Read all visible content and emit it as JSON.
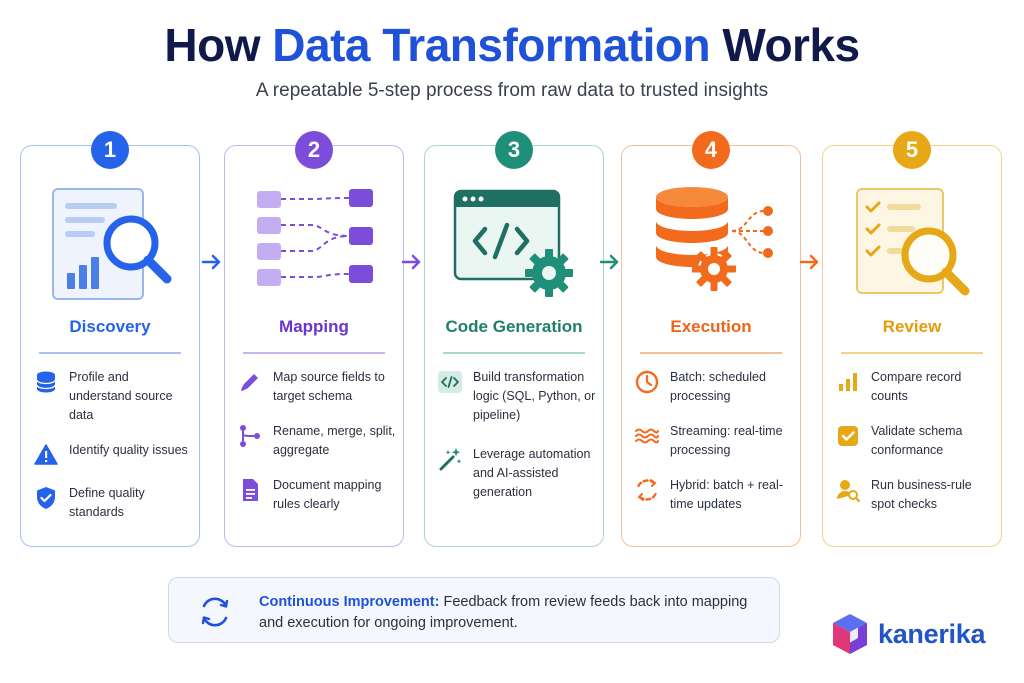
{
  "header": {
    "title_lead": "How",
    "title_accent": "Data Transformation",
    "title_tail": "Works",
    "subtitle": "A repeatable 5-step process from raw data to trusted insights"
  },
  "colors": {
    "discovery": "#2563eb",
    "mapping": "#7c4ddb",
    "code_generation": "#1f8f7a",
    "execution": "#f26b1d",
    "review": "#e6a817"
  },
  "steps": [
    {
      "number": "1",
      "title": "Discovery",
      "illustration": "document-magnifier-icon",
      "items": [
        {
          "icon": "database-icon",
          "text": "Profile and understand source data"
        },
        {
          "icon": "warning-icon",
          "text": "Identify quality issues"
        },
        {
          "icon": "shield-check-icon",
          "text": "Define quality standards"
        }
      ]
    },
    {
      "number": "2",
      "title": "Mapping",
      "illustration": "field-mapping-icon",
      "items": [
        {
          "icon": "pencil-icon",
          "text": "Map source fields to target schema"
        },
        {
          "icon": "merge-icon",
          "text": "Rename, merge, split, aggregate"
        },
        {
          "icon": "document-icon",
          "text": "Document mapping rules clearly"
        }
      ]
    },
    {
      "number": "3",
      "title": "Code Generation",
      "illustration": "code-window-gear-icon",
      "items": [
        {
          "icon": "code-icon",
          "text": "Build transformation logic (SQL, Python, or pipeline)"
        },
        {
          "icon": "magic-wand-icon",
          "text": "Leverage automation and AI-assisted generation"
        }
      ]
    },
    {
      "number": "4",
      "title": "Execution",
      "illustration": "database-gear-icon",
      "items": [
        {
          "icon": "clock-icon",
          "text": "Batch: scheduled processing"
        },
        {
          "icon": "waves-icon",
          "text": "Streaming: real-time processing"
        },
        {
          "icon": "hybrid-cycle-icon",
          "text": "Hybrid: batch + real-time updates"
        }
      ]
    },
    {
      "number": "5",
      "title": "Review",
      "illustration": "checklist-magnifier-icon",
      "items": [
        {
          "icon": "bar-chart-icon",
          "text": "Compare record counts"
        },
        {
          "icon": "check-box-icon",
          "text": "Validate schema conformance"
        },
        {
          "icon": "user-search-icon",
          "text": "Run business-rule spot checks"
        }
      ]
    }
  ],
  "footer": {
    "icon": "refresh-cycle-icon",
    "label": "Continuous Improvement:",
    "text": "Feedback from review feeds back into mapping and execution for ongoing improvement."
  },
  "logo": {
    "icon": "kanerika-cube-icon",
    "text": "kanerika"
  }
}
